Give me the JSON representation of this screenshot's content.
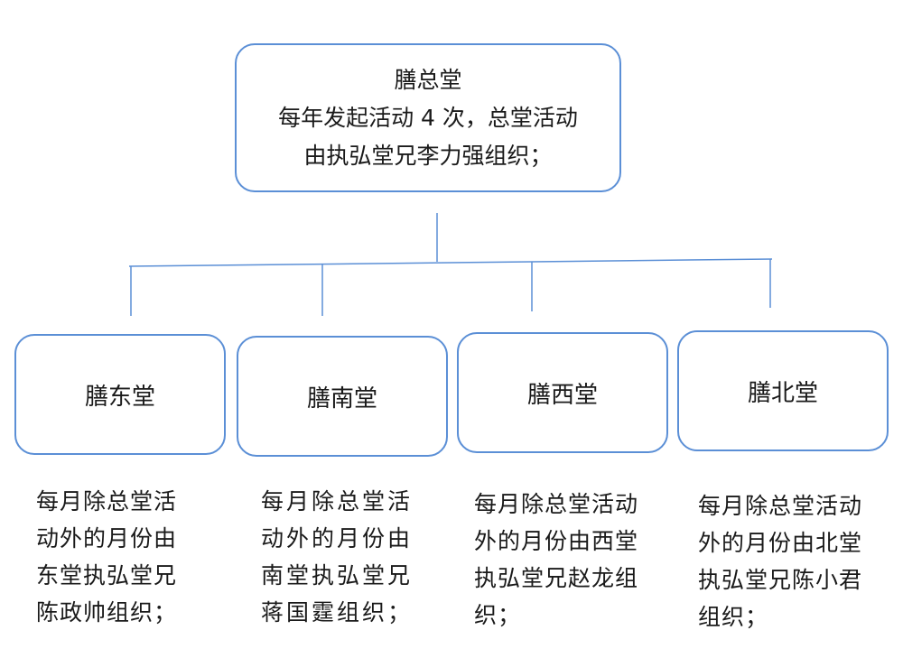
{
  "root": {
    "lines": [
      "膳总堂",
      "每年发起活动 4 次，总堂活动",
      "由执弘堂兄李力强组织；"
    ]
  },
  "children": [
    {
      "title": "膳东堂",
      "description": "每月除总堂活\n动外的月份由\n东堂执弘堂兄\n陈政帅组织；"
    },
    {
      "title": "膳南堂",
      "description": "每月除总堂活\n动外的月份由\n南堂执弘堂兄\n蒋国霆组织；"
    },
    {
      "title": "膳西堂",
      "description": "每月除总堂活动\n外的月份由西堂\n执弘堂兄赵龙组\n织；"
    },
    {
      "title": "膳北堂",
      "description": "每月除总堂活动\n外的月份由北堂\n执弘堂兄陈小君\n组织；"
    }
  ],
  "colors": {
    "box_border": "#5b8fd6",
    "connector": "#5b8fd6",
    "text": "#1a1a1a"
  }
}
